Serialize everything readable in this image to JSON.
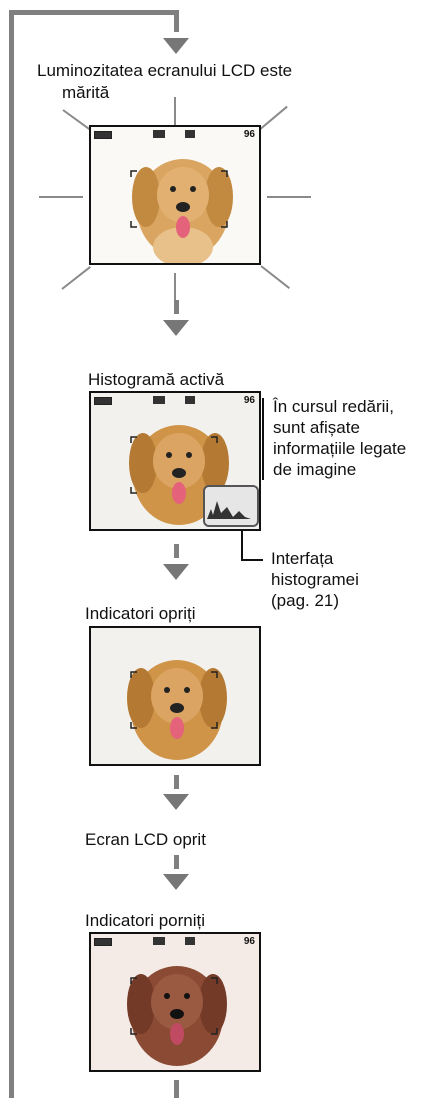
{
  "steps": {
    "bright_lcd_l1": "Luminozitatea ecranului LCD este",
    "bright_lcd_l2": "mărită",
    "histogram_active": "Histogramă activă",
    "indicators_off": "Indicatori opriți",
    "lcd_off": "Ecran LCD oprit",
    "indicators_on": "Indicatori porniți"
  },
  "notes": {
    "playback_info_l1": "În cursul redării,",
    "playback_info_l2": "sunt afișate",
    "playback_info_l3": "informațiile legate",
    "playback_info_l4": "de imagine",
    "histogram_ui_l1": "Interfața",
    "histogram_ui_l2": "histogramei",
    "histogram_ui_l3": "(pag. 21)"
  },
  "screen_overlay": {
    "shots_remaining": "96"
  },
  "colors": {
    "flow_line": "#808080",
    "screen_border": "#111111",
    "dog_fur": "#c8893a"
  }
}
